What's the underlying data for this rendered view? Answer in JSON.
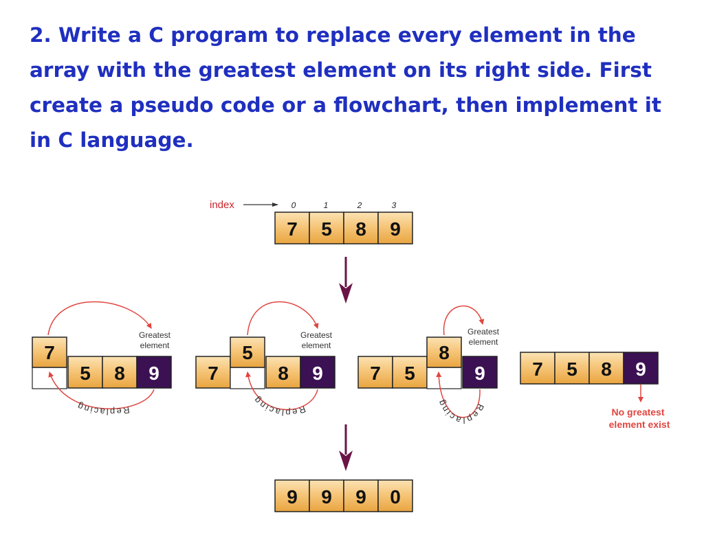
{
  "question": {
    "lines": [
      "2. Write a C program to replace every element in the",
      "array with the greatest element on its right side. First",
      "create a pseudo code or a flowchart, then implement it",
      "in C language."
    ]
  },
  "diagram": {
    "index_label": "index",
    "indices": [
      "0",
      "1",
      "2",
      "3"
    ],
    "input_array": [
      "7",
      "5",
      "8",
      "9"
    ],
    "step_1": {
      "lifted": "7",
      "rest": [
        "5",
        "8",
        "9"
      ],
      "greatest_label": [
        "Greatest",
        "element"
      ],
      "replacing_label": "Replacing"
    },
    "step_2": {
      "left": [
        "7"
      ],
      "lifted": "5",
      "rest": [
        "8",
        "9"
      ],
      "greatest_label": [
        "Greatest",
        "element"
      ],
      "replacing_label": "Replacing"
    },
    "step_3": {
      "left": [
        "7",
        "5"
      ],
      "lifted": "8",
      "rest": [
        "9"
      ],
      "greatest_label": [
        "Greatest",
        "element"
      ],
      "replacing_label": "Replacing"
    },
    "step_4": {
      "cells": [
        "7",
        "5",
        "8",
        "9"
      ],
      "note_lines": [
        "No greatest",
        "element exist"
      ]
    },
    "output_array": [
      "9",
      "9",
      "9",
      "0"
    ],
    "colors": {
      "cell_light": "#fbe3b4",
      "cell_dark": "#e9a540",
      "cell_max": "#3b1153",
      "arrow_red": "#e0453f",
      "arrow_purple": "#6a1446",
      "index_red": "#c9252b",
      "title_blue": "#1f2fbf"
    }
  }
}
